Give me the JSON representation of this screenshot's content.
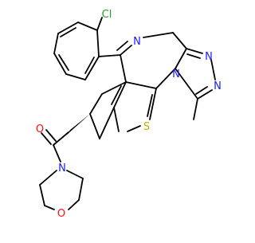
{
  "molecule": {
    "atom_labels": {
      "chlorine": "Cl",
      "azepine_nitrogen": "N",
      "triazole_nitrogen_top": "N",
      "triazole_nitrogen_right": "N",
      "triazole_nitrogen_bridge": "N",
      "thiophene_sulfur": "S",
      "carbonyl_oxygen": "O",
      "morpholine_nitrogen": "N",
      "morpholine_oxygen": "O"
    },
    "colors": {
      "bond": "#000000",
      "chlorine": "#1fa01f",
      "nitrogen": "#1a1aff",
      "sulfur": "#b3b300",
      "oxygen": "#ff0d0d",
      "background": "#ffffff"
    }
  }
}
